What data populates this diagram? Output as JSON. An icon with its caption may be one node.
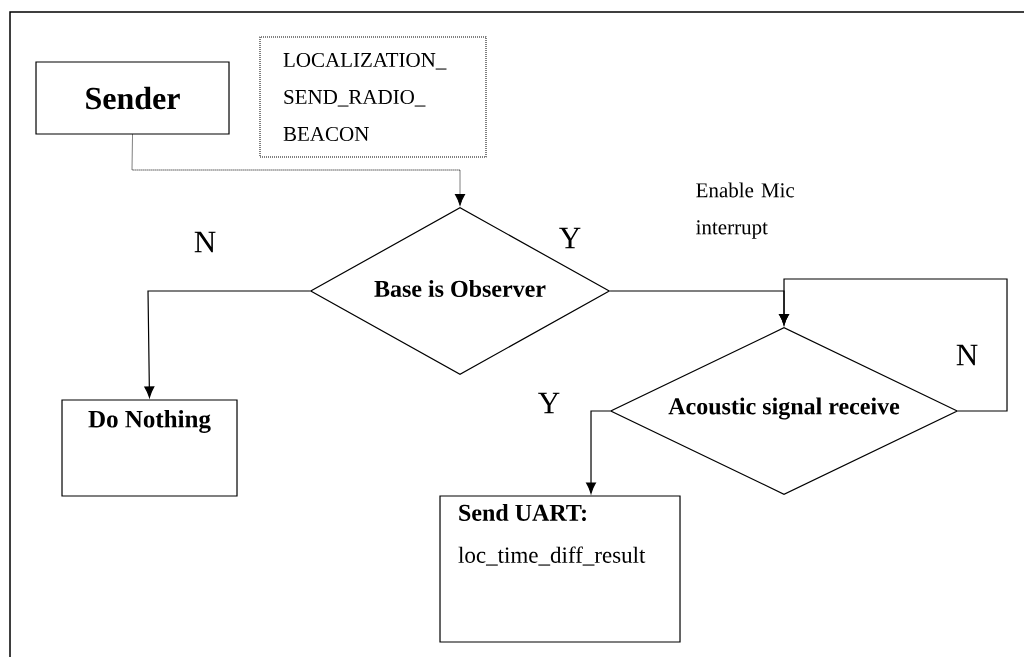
{
  "diagram": {
    "nodes": [
      {
        "text": [
          "Sender"
        ]
      },
      {
        "text": [
          "LOCALIZATION_ SEND_RADIO_ BEACON"
        ]
      },
      {
        "text": [
          "Base is Observer"
        ]
      },
      {
        "text": [
          "Do Nothing"
        ]
      },
      {
        "text": [
          "Acoustic signal receive"
        ]
      },
      {
        "text": [
          "Send UART:",
          "loc_time_diff_result"
        ]
      }
    ],
    "edges": [
      {
        "from": 0,
        "to": 2,
        "arrow": "to",
        "style": "dashed"
      },
      {
        "from": 2,
        "to": 3,
        "arrow": "to",
        "label": "N"
      },
      {
        "from": 2,
        "to": 4,
        "arrow": "to",
        "label": "Y"
      },
      {
        "from": 4,
        "to": 4,
        "arrow": "to",
        "label": "N"
      },
      {
        "from": 4,
        "to": 5,
        "arrow": "to",
        "label": "Y"
      }
    ],
    "labels": [
      "Enable Mic interrupt"
    ]
  }
}
